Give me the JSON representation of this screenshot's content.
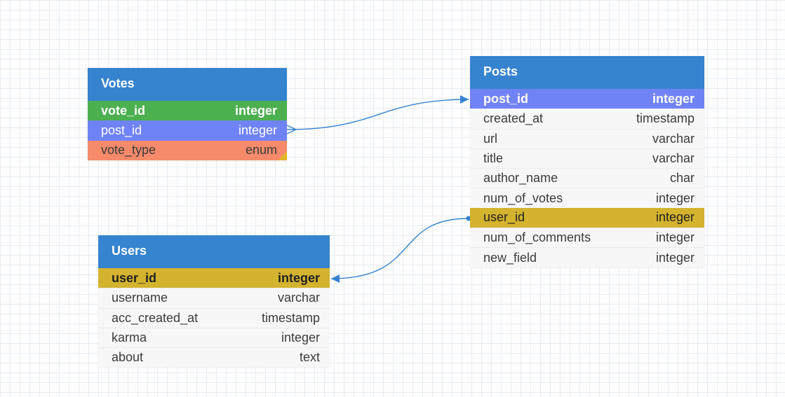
{
  "colors": {
    "header": "#3683cf",
    "primary_key": "#4caf50",
    "foreign_key": "#7083f6",
    "enum": "#f68a6b",
    "highlight": "#d4b32e",
    "connector": "#3683cf"
  },
  "tables": {
    "votes": {
      "name": "Votes",
      "columns": [
        {
          "name": "vote_id",
          "type": "integer"
        },
        {
          "name": "post_id",
          "type": "integer"
        },
        {
          "name": "vote_type",
          "type": "enum"
        }
      ]
    },
    "posts": {
      "name": "Posts",
      "columns": [
        {
          "name": "post_id",
          "type": "integer"
        },
        {
          "name": "created_at",
          "type": "timestamp"
        },
        {
          "name": "url",
          "type": "varchar"
        },
        {
          "name": "title",
          "type": "varchar"
        },
        {
          "name": "author_name",
          "type": "char"
        },
        {
          "name": "num_of_votes",
          "type": "integer"
        },
        {
          "name": "user_id",
          "type": "integer"
        },
        {
          "name": "num_of_comments",
          "type": "integer"
        },
        {
          "name": "new_field",
          "type": "integer"
        }
      ]
    },
    "users": {
      "name": "Users",
      "columns": [
        {
          "name": "user_id",
          "type": "integer"
        },
        {
          "name": "username",
          "type": "varchar"
        },
        {
          "name": "acc_created_at",
          "type": "timestamp"
        },
        {
          "name": "karma",
          "type": "integer"
        },
        {
          "name": "about",
          "type": "text"
        }
      ]
    }
  },
  "relationships": [
    {
      "from": "Votes.post_id",
      "to": "Posts.post_id",
      "type": "many-to-one"
    },
    {
      "from": "Posts.user_id",
      "to": "Users.user_id",
      "type": "one-to-one"
    }
  ]
}
